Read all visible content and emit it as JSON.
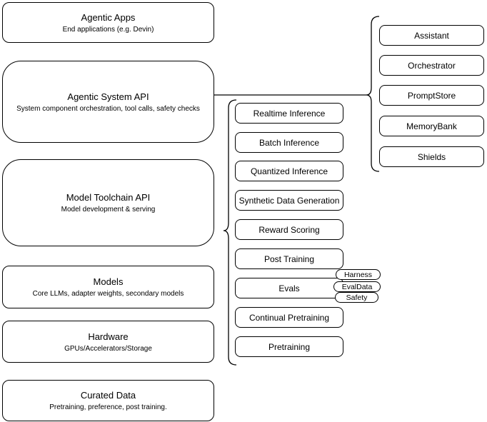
{
  "diagram": {
    "stack": [
      {
        "title": "Agentic Apps",
        "subtitle": "End applications (e.g. Devin)"
      },
      {
        "title": "Agentic System API",
        "subtitle": "System component orchestration, tool calls, safety checks"
      },
      {
        "title": "Model Toolchain API",
        "subtitle": "Model development & serving"
      },
      {
        "title": "Models",
        "subtitle": "Core LLMs, adapter weights, secondary models"
      },
      {
        "title": "Hardware",
        "subtitle": "GPUs/Accelerators/Storage"
      },
      {
        "title": "Curated Data",
        "subtitle": "Pretraining, preference, post training."
      }
    ],
    "toolchain_items": [
      "Realtime Inference",
      "Batch Inference",
      "Quantized Inference",
      "Synthetic Data Generation",
      "Reward Scoring",
      "Post Training",
      "Evals",
      "Continual Pretraining",
      "Pretraining"
    ],
    "eval_tags": [
      "Harness",
      "EvalData",
      "Safety"
    ],
    "system_components": [
      "Assistant",
      "Orchestrator",
      "PromptStore",
      "MemoryBank",
      "Shields"
    ],
    "colors": {
      "stroke": "#000000",
      "fill": "#ffffff",
      "background": "#ffffff",
      "text": "#000000"
    }
  }
}
